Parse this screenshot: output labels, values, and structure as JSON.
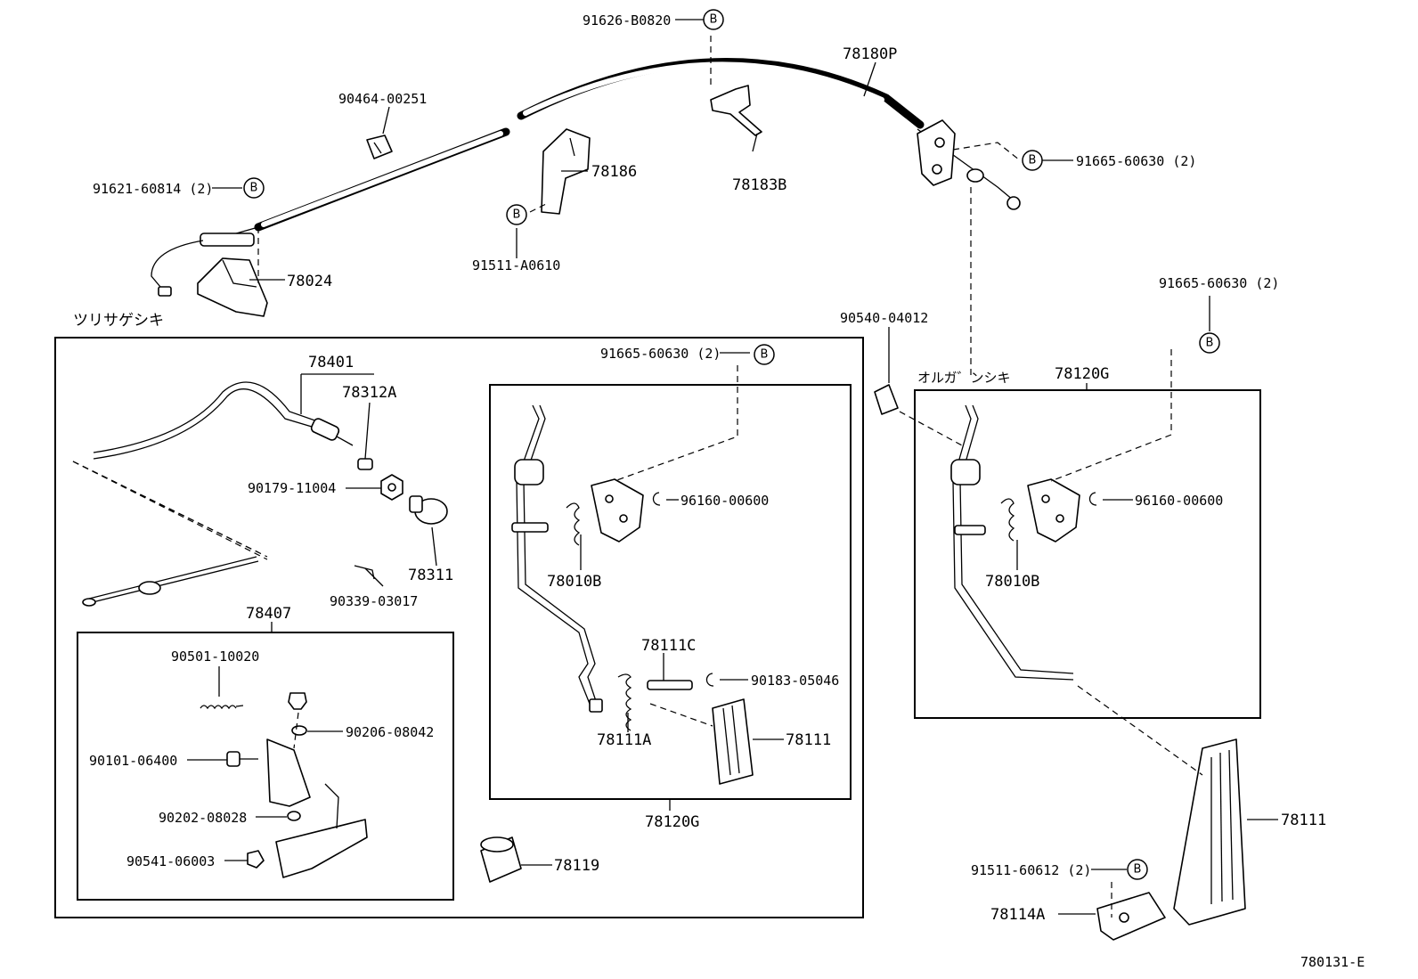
{
  "labels": {
    "p91626": "91626-B0820",
    "p78180P": "78180P",
    "p90464": "90464-00251",
    "p78186": "78186",
    "p78183B": "78183B",
    "p91665_top": "91665-60630 (2)",
    "p91621": "91621-60814 (2)",
    "p91511A": "91511-A0610",
    "p78024": "78024",
    "katakana_hanging": "ツリサゲシキ",
    "p78401": "78401",
    "p78312A": "78312A",
    "p90179": "90179-11004",
    "p78311": "78311",
    "p90339": "90339-03017",
    "p78407": "78407",
    "p90501": "90501-10020",
    "p90206": "90206-08042",
    "p90101": "90101-06400",
    "p90202": "90202-08028",
    "p90541": "90541-06003",
    "p91665_mid": "91665-60630 (2)",
    "p96160_mid": "96160-00600",
    "p78010B_mid": "78010B",
    "p78111C": "78111C",
    "p90183": "90183-05046",
    "p78111A": "78111A",
    "p78111_mid": "78111",
    "p78120G_mid": "78120G",
    "p78119": "78119",
    "p90540": "90540-04012",
    "p91665_right": "91665-60630 (2)",
    "katakana_organ": "オルガ゛ンシキ",
    "p78120G_right": "78120G",
    "p96160_right": "96160-00600",
    "p78010B_right": "78010B",
    "p78111_right": "78111",
    "p91511_60612": "91511-60612 (2)",
    "p78114A": "78114A",
    "diagram_code": "780131-E"
  },
  "bolt_marker": "B"
}
